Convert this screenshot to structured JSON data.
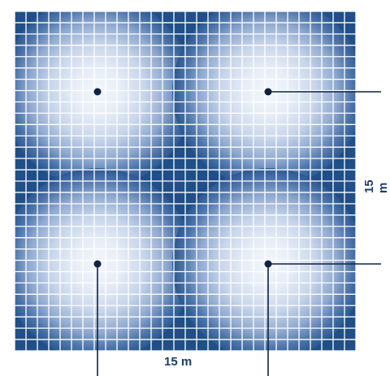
{
  "dimensions": {
    "width_label": "15 m",
    "height_label": "15 m"
  },
  "grid": {
    "columns": 30,
    "rows": 30
  },
  "light_sources": [
    {
      "name": "light-top-left"
    },
    {
      "name": "light-top-right"
    },
    {
      "name": "light-bottom-left"
    },
    {
      "name": "light-bottom-right"
    }
  ],
  "colors": {
    "dark_blue": "#1f4f86",
    "light_center": "#f4f7fc",
    "grid_line": "#ffffff",
    "marker": "#0f2240"
  }
}
